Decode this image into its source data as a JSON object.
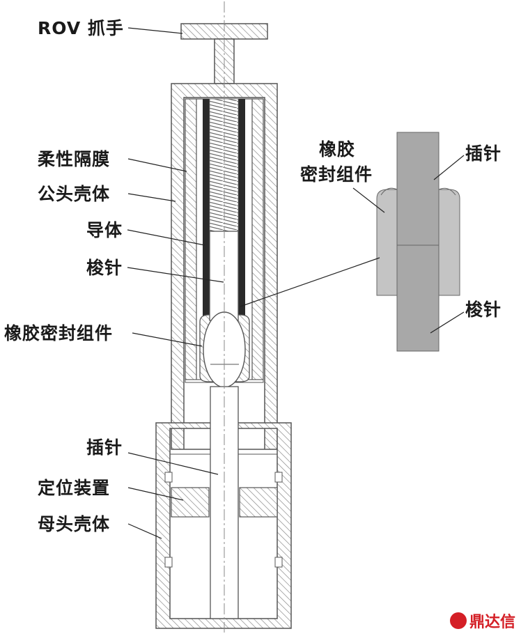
{
  "labels": {
    "rov_handle": "ROV 抓手",
    "flexible_diaphragm": "柔性隔膜",
    "male_housing": "公头壳体",
    "conductor": "导体",
    "shuttle_pin": "梭针",
    "rubber_seal": "橡胶密封组件",
    "insert_pin": "插针",
    "locating_device": "定位装置",
    "female_housing": "母头壳体"
  },
  "detail_labels": {
    "rubber_seal_line1": "橡胶",
    "rubber_seal_line2": "密封组件",
    "insert_pin": "插针",
    "shuttle_pin": "梭针"
  },
  "watermark": {
    "text": "鼎达信",
    "mark": "logo-seal",
    "color": "#d41f26"
  },
  "colors": {
    "hatch": "#7a7a7a",
    "outline": "#555555",
    "pin_gray": "#a8a8a8",
    "seal_gray": "#c4c4c4",
    "conductor_dark": "#2a2a2a"
  }
}
